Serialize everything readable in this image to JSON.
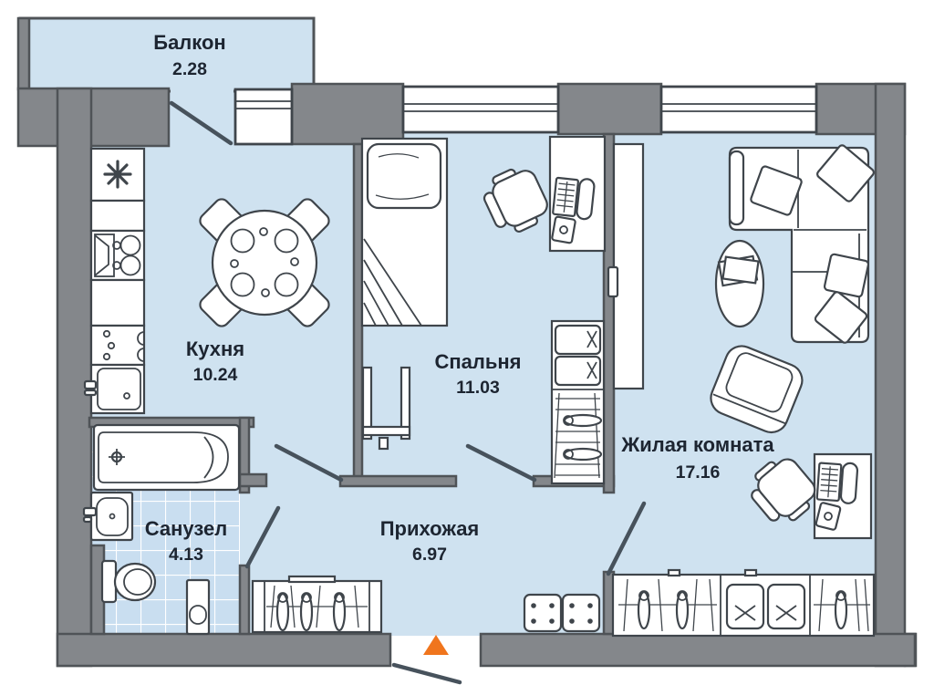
{
  "title": "Apartment floor plan",
  "rooms": {
    "balcony": {
      "name": "Балкон",
      "area": "2.28"
    },
    "kitchen": {
      "name": "Кухня",
      "area": "10.24"
    },
    "bedroom": {
      "name": "Спальня",
      "area": "11.03"
    },
    "living": {
      "name": "Жилая комната",
      "area": "17.16"
    },
    "bathroom": {
      "name": "Санузел",
      "area": "4.13"
    },
    "hallway": {
      "name": "Прихожая",
      "area": "6.97"
    }
  },
  "icons": {
    "fridge": "eight-spoked-asterisk",
    "entrance": "orange-triangle-up"
  },
  "colors": {
    "floor": "#cfe2f0",
    "tile": "#c9def0",
    "wall": "#84878b",
    "outline": "#4f5357",
    "furnline": "#3f454b",
    "door": "#47525c",
    "arrow": "#f0751d",
    "text": "#1d2531"
  }
}
